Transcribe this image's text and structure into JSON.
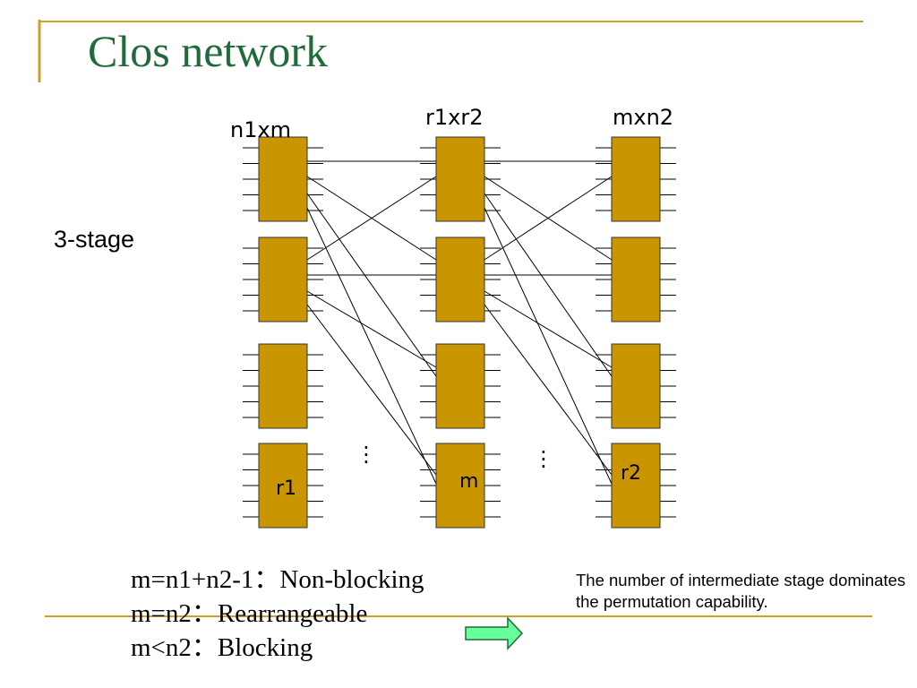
{
  "slide": {
    "title": "Clos network",
    "side_label": "3-stage",
    "accent_color": "#c9a227",
    "title_color": "#1f6b3a"
  },
  "diagram": {
    "block_color": "#c99500",
    "stage_labels": [
      "n1xm",
      "r1xr2",
      "mxn2"
    ],
    "block_labels": [
      "r1",
      "m",
      "r2"
    ],
    "ellipsis": "⋮"
  },
  "rules": [
    "m=n1+n2-1：Non-blocking",
    "m=n2：Rearrangeable",
    "m<n2：Blocking"
  ],
  "note": {
    "text": "The number of intermediate stage dominates the permutation capability.",
    "arrow_icon": "right-arrow-icon",
    "arrow_color": "#66ff99"
  }
}
